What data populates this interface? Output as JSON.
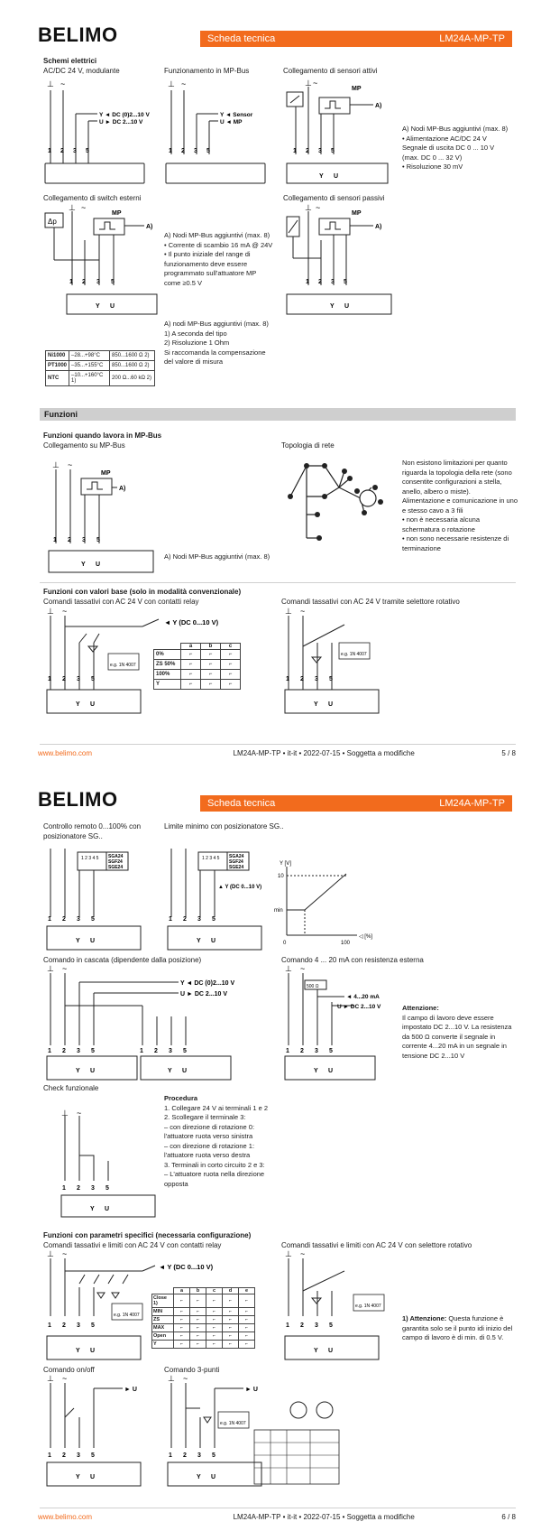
{
  "brand": "BELIMO",
  "page1": {
    "header_left": "Scheda tecnica",
    "header_right": "LM24A-MP-TP",
    "title_schemi": "Schemi elettrici",
    "d1_label": "AC/DC 24 V, modulante",
    "d2_label": "Funzionamento in MP-Bus",
    "d3_label": "Collegamento di sensori attivi",
    "d3_note": [
      "A) Nodi MP-Bus aggiuntivi (max. 8)",
      "• Alimentazione AC/DC 24 V",
      "Segnale di uscita DC 0 ... 10 V",
      "(max. DC 0 ... 32 V)",
      "• Risoluzione 30 mV"
    ],
    "d4_label": "Collegamento di switch esterni",
    "d4_note": [
      "A) Nodi MP-Bus aggiuntivi (max. 8)",
      "• Corrente di scambio 16 mA @ 24V",
      "• Il punto iniziale del range di funzionamento deve essere programmato sull'attuatore MP come ≥0.5 V"
    ],
    "d5_label": "Collegamento di sensori passivi",
    "d5_note": [
      "A) nodi MP-Bus aggiuntivi (max. 8)",
      "1) A seconda del tipo",
      "2) Risoluzione 1 Ohm",
      "Si raccomanda la compensazione del valore di misura"
    ],
    "sensor_table": [
      [
        "Ni1000",
        "–28...+98°C",
        "850...1600 Ω 2)"
      ],
      [
        "PT1000",
        "–35...+155°C",
        "850...1600 Ω 2)"
      ],
      [
        "NTC",
        "–10...+160°C 1)",
        "200 Ω...60 kΩ 2)"
      ]
    ],
    "funzioni_head": "Funzioni",
    "mp_title": "Funzioni quando lavora in MP-Bus",
    "mp_sub": "Collegamento su MP-Bus",
    "mp_note": "A) Nodi MP-Bus aggiuntivi (max. 8)",
    "topo_label": "Topologia di rete",
    "topo_note": [
      "Non esistono limitazioni per quanto riguarda la topologia della rete (sono consentite configurazioni a stella, anello, albero o miste).",
      "Alimentazione e comunicazione in uno e stesso cavo a 3 fili",
      "• non è necessaria alcuna schermatura o rotazione",
      "• non sono necessarie resistenze di terminazione"
    ],
    "base_title": "Funzioni con valori base (solo in modalità convenzionale)",
    "relay_label": "Comandi tassativi con AC 24 V con contatti relay",
    "rotary_label": "Comandi tassativi con AC 24 V tramite selettore rotativo",
    "relay_rows": [
      "0%",
      "ZS 50%",
      "100%",
      "Y"
    ],
    "relay_cols": [
      "a",
      "b",
      "c"
    ],
    "diode_label": "e.g. 1N 4007",
    "y_signal": "Y (DC 0...10 V)",
    "footer_link": "www.belimo.com",
    "footer_mid": "LM24A-MP-TP • it-it • 2022-07-15 • Soggetta a modifiche",
    "footer_page": "5 / 8"
  },
  "page2": {
    "header_left": "Scheda tecnica",
    "header_right": "LM24A-MP-TP",
    "r1_label": "Controllo remoto 0...100% con posizionatore SG..",
    "r2_label": "Limite minimo con posizionatore SG..",
    "sg_models": [
      "SGA24",
      "SGF24",
      "SGE24"
    ],
    "graph": {
      "ylabel": "Y [V]",
      "xlabel": "[%]",
      "y10": "10",
      "ymin": "min",
      "x100": "100",
      "x0": "0"
    },
    "cascade_label": "Comando in cascata (dipendente dalla posizione)",
    "current_label": "Comando 4 ... 20 mA con resistenza esterna",
    "attention_title": "Attenzione:",
    "attention_text": "Il campo di lavoro deve essere impostato DC 2...10 V. La resistenza da 500 Ω converte il segnale in corrente 4...20 mA in un segnale in tensione DC 2...10 V",
    "check_label": "Check funzionale",
    "procedura_title": "Procedura",
    "procedura": [
      "1. Collegare 24 V ai terminali 1 e 2",
      "2. Scollegare il terminale 3:",
      "– con direzione di rotazione 0: l'attuatore ruota verso sinistra",
      "– con direzione di rotazione 1: l'attuatore ruota verso destra",
      "3. Terminali in corto circuito 2 e 3:",
      "– L'attuatore ruota nella direzione opposta"
    ],
    "specific_title": "Funzioni con parametri specifici (necessaria configurazione)",
    "sp_relay_label": "Comandi tassativi e limiti con AC 24 V con contatti relay",
    "sp_rotary_label": "Comandi tassativi e limiti con AC 24 V con selettore rotativo",
    "sp_rows": [
      "Close 1)",
      "MIN",
      "ZS",
      "MAX",
      "Open",
      "Y"
    ],
    "sp_cols": [
      "a",
      "b",
      "c",
      "d",
      "e"
    ],
    "sp_note_title": "1) Attenzione:",
    "sp_note_text": "Questa funzione è garantita solo se il punto idi inizio del campo di lavoro è di min. di 0.5 V.",
    "onoff_label": "Comando on/off",
    "threepoint_label": "Comando 3-punti",
    "footer_link": "www.belimo.com",
    "footer_mid": "LM24A-MP-TP • it-it • 2022-07-15 • Soggetta a modifiche",
    "footer_page": "6 / 8"
  },
  "diagram_text": {
    "t1": "1",
    "t2": "2",
    "t3": "3",
    "t5": "5",
    "ground": "⊥",
    "tilde": "~",
    "Y": "Y",
    "U": "U",
    "MP": "MP",
    "sensor": "Sensor",
    "dc010": "DC (0)2...10 V",
    "dc210": "DC 2...10 V",
    "a_node": "A)",
    "dp": "Δp",
    "r500": "500 Ω",
    "ma": "4...20 mA"
  },
  "colors": {
    "accent": "#f26b1d",
    "section_bg": "#cfcfcf"
  }
}
